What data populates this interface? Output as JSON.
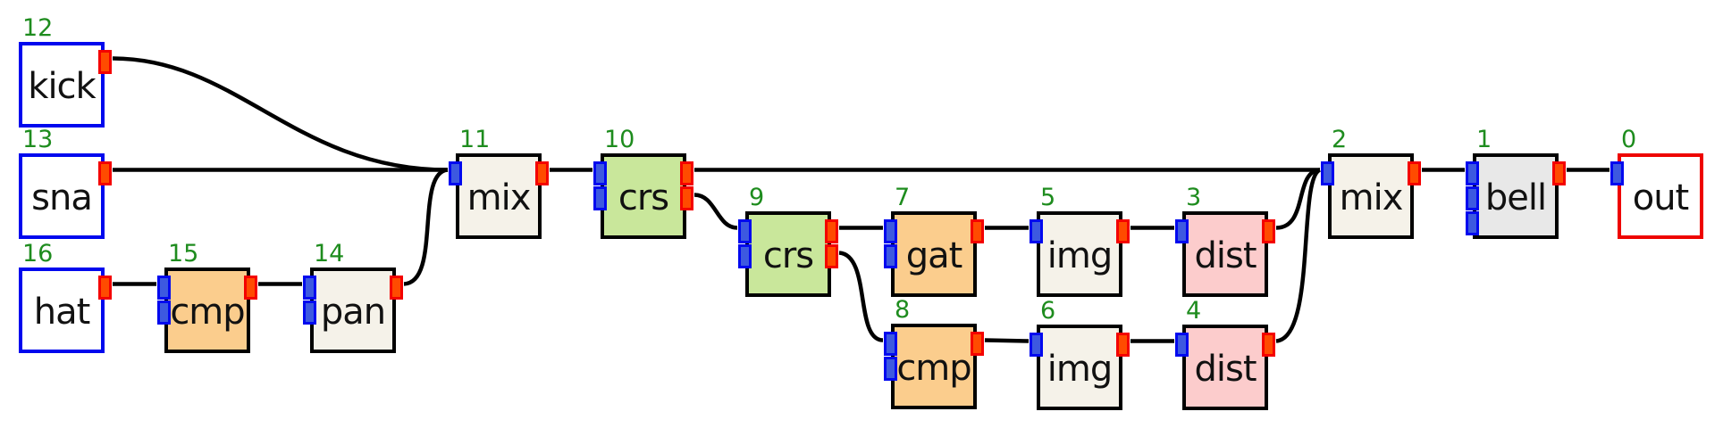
{
  "diagram": {
    "description": "Audio signal-flow patch graph",
    "colors": {
      "background": "#ffffff",
      "cable": "#000000",
      "node_border": "#000000",
      "source_border": "#0008ee",
      "sink_border": "#ee0400",
      "plain_fill": "#f5f2e9",
      "green_fill": "#c9e79b",
      "orange_fill": "#fbcd8d",
      "pink_fill": "#fccccc",
      "grey_fill": "#e8e8e8",
      "number_color": "#1e8c1e",
      "input_port": "#3d59e0",
      "output_port": "#ff4b00"
    },
    "nodes": [
      {
        "num": "12",
        "label": "kick",
        "kind": "source",
        "inputs": 0,
        "outputs": 1
      },
      {
        "num": "13",
        "label": "sna",
        "kind": "source",
        "inputs": 0,
        "outputs": 1
      },
      {
        "num": "16",
        "label": "hat",
        "kind": "source",
        "inputs": 0,
        "outputs": 1
      },
      {
        "num": "15",
        "label": "cmp",
        "kind": "orange",
        "inputs": 2,
        "outputs": 1
      },
      {
        "num": "14",
        "label": "pan",
        "kind": "plain",
        "inputs": 2,
        "outputs": 1
      },
      {
        "num": "11",
        "label": "mix",
        "kind": "plain",
        "inputs": 1,
        "outputs": 1
      },
      {
        "num": "10",
        "label": "crs",
        "kind": "green",
        "inputs": 2,
        "outputs": 2
      },
      {
        "num": "9",
        "label": "crs",
        "kind": "green",
        "inputs": 2,
        "outputs": 2
      },
      {
        "num": "7",
        "label": "gat",
        "kind": "orange",
        "inputs": 2,
        "outputs": 1
      },
      {
        "num": "5",
        "label": "img",
        "kind": "plain",
        "inputs": 1,
        "outputs": 1
      },
      {
        "num": "3",
        "label": "dist",
        "kind": "pink",
        "inputs": 1,
        "outputs": 1
      },
      {
        "num": "8",
        "label": "cmp",
        "kind": "orange",
        "inputs": 2,
        "outputs": 1
      },
      {
        "num": "6",
        "label": "img",
        "kind": "plain",
        "inputs": 1,
        "outputs": 1
      },
      {
        "num": "4",
        "label": "dist",
        "kind": "pink",
        "inputs": 1,
        "outputs": 1
      },
      {
        "num": "2",
        "label": "mix",
        "kind": "plain",
        "inputs": 1,
        "outputs": 1
      },
      {
        "num": "1",
        "label": "bell",
        "kind": "grey",
        "inputs": 3,
        "outputs": 1
      },
      {
        "num": "0",
        "label": "out",
        "kind": "sink",
        "inputs": 1,
        "outputs": 0
      }
    ],
    "edges": [
      {
        "from": "12",
        "from_port": 1,
        "to": "11",
        "to_port": 1
      },
      {
        "from": "13",
        "from_port": 1,
        "to": "11",
        "to_port": 1
      },
      {
        "from": "16",
        "from_port": 1,
        "to": "15",
        "to_port": 1
      },
      {
        "from": "15",
        "from_port": 1,
        "to": "14",
        "to_port": 1
      },
      {
        "from": "14",
        "from_port": 1,
        "to": "11",
        "to_port": 1
      },
      {
        "from": "11",
        "from_port": 1,
        "to": "10",
        "to_port": 1
      },
      {
        "from": "10",
        "from_port": 1,
        "to": "2",
        "to_port": 1
      },
      {
        "from": "10",
        "from_port": 2,
        "to": "9",
        "to_port": 1
      },
      {
        "from": "9",
        "from_port": 1,
        "to": "7",
        "to_port": 1
      },
      {
        "from": "9",
        "from_port": 2,
        "to": "8",
        "to_port": 1
      },
      {
        "from": "7",
        "from_port": 1,
        "to": "5",
        "to_port": 1
      },
      {
        "from": "5",
        "from_port": 1,
        "to": "3",
        "to_port": 1
      },
      {
        "from": "3",
        "from_port": 1,
        "to": "2",
        "to_port": 1
      },
      {
        "from": "8",
        "from_port": 1,
        "to": "6",
        "to_port": 1
      },
      {
        "from": "6",
        "from_port": 1,
        "to": "4",
        "to_port": 1
      },
      {
        "from": "4",
        "from_port": 1,
        "to": "2",
        "to_port": 1
      },
      {
        "from": "2",
        "from_port": 1,
        "to": "1",
        "to_port": 1
      },
      {
        "from": "1",
        "from_port": 1,
        "to": "0",
        "to_port": 1
      }
    ]
  }
}
